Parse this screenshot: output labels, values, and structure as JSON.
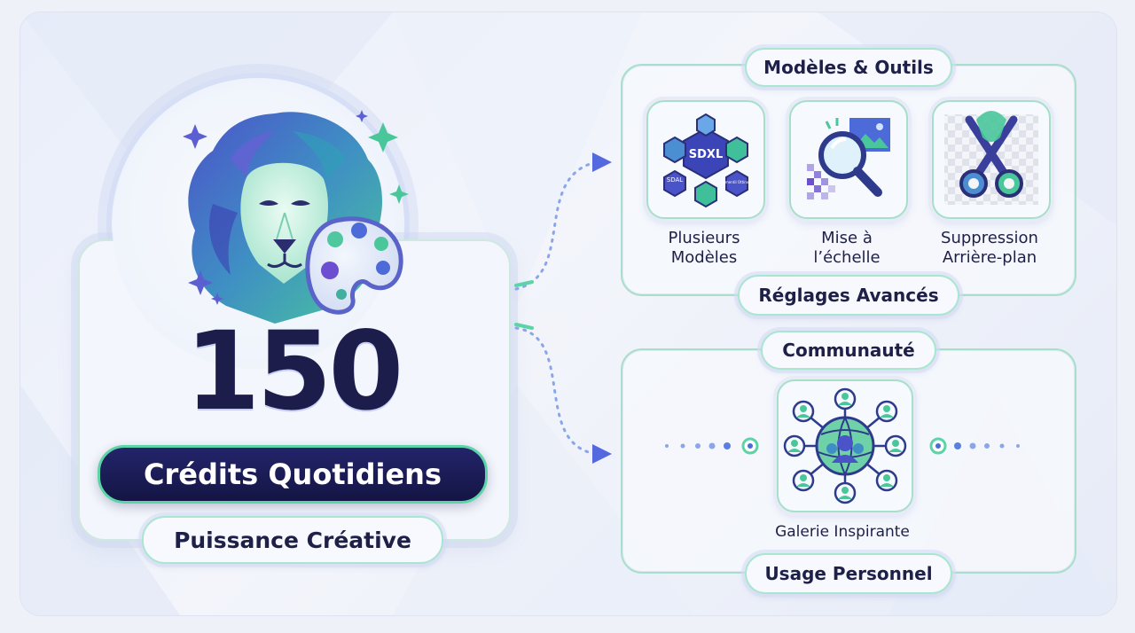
{
  "left": {
    "number": "150",
    "credits_label": "Crédits Quotidiens",
    "power_label": "Puissance Créative"
  },
  "tools": {
    "header": "Modèles & Outils",
    "footer": "Réglages Avancés",
    "items": [
      {
        "line1": "Plusieurs",
        "line2": "Modèles",
        "icon": "model-network-icon",
        "icon_text": "SDXL",
        "icon_text_2": "SDAL",
        "icon_text_3": "Lumentil Ottinoes"
      },
      {
        "line1": "Mise à",
        "line2": "l’échelle",
        "icon": "upscale-magnifier-icon"
      },
      {
        "line1": "Suppression",
        "line2": "Arrière-plan",
        "icon": "scissors-icon"
      }
    ]
  },
  "community": {
    "header": "Communauté",
    "gallery_label": "Galerie Inspirante",
    "footer": "Usage Personnel",
    "icon": "community-globe-icon"
  },
  "colors": {
    "navy": "#1c1d4a",
    "mint": "#5dd4a8",
    "blue": "#4d6bd8",
    "purple": "#6b4fd0"
  }
}
